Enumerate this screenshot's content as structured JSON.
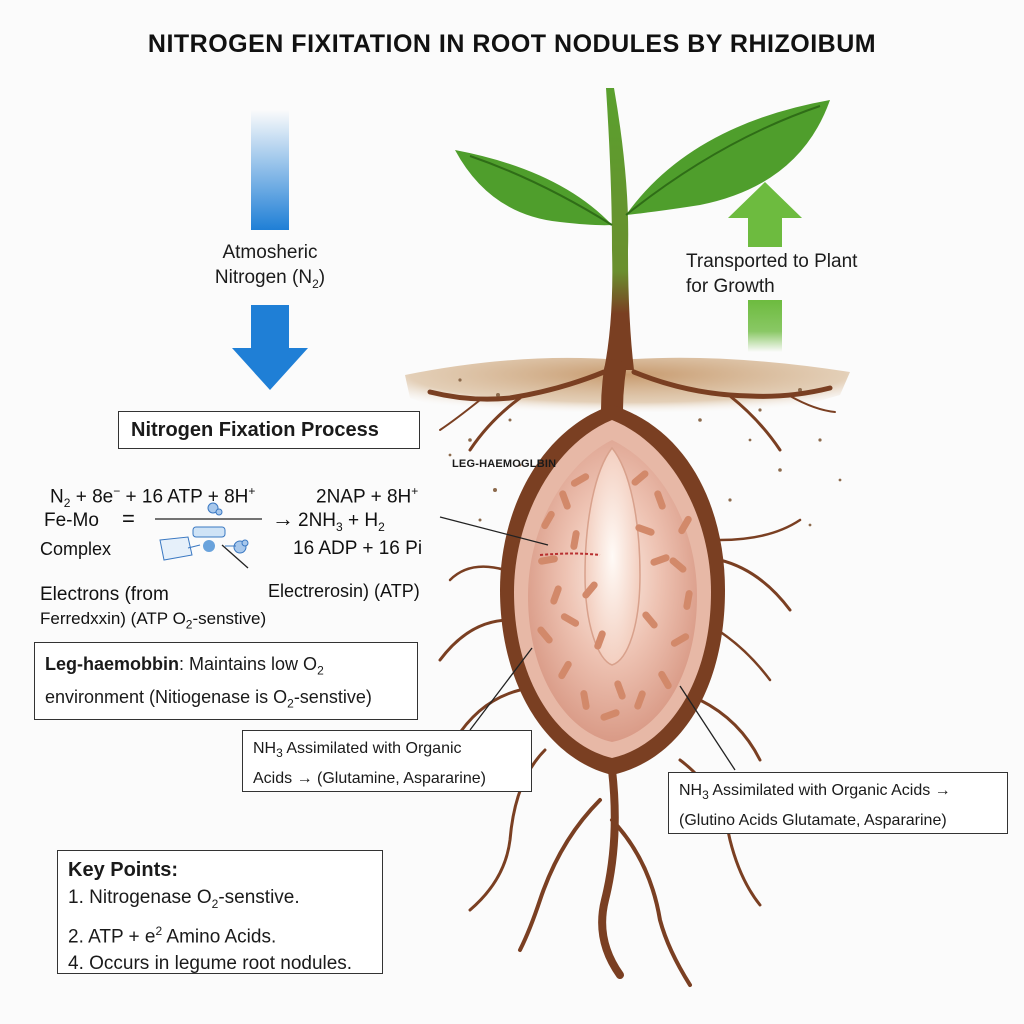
{
  "title": "NITROGEN FIXITATION IN ROOT NODULES BY RHIZOIBUM",
  "colors": {
    "atmo_arrow": "#1f7fd6",
    "transport_arrow": "#6dbb3f",
    "leaf": "#4f9e2c",
    "stem": "#5aa02e",
    "root": "#7a3f22",
    "soil": "#b88a60",
    "nodule_inner": "#e8b8a8",
    "bacteroid": "#d2896a"
  },
  "atmospheric": {
    "line1": "Atmosheric",
    "line2_prefix": "Nitrogen (N",
    "line2_sub": "2",
    "line2_suffix": ")"
  },
  "transport": {
    "line1": "Transported to Plant",
    "line2": "for Growth"
  },
  "process_box": {
    "label": "Nitrogen Fixation Process"
  },
  "leg_label": "LEG-HAEMOGLBIN",
  "equation": {
    "lhs": {
      "n": "N",
      "n_sub": "2",
      "rest": " + 8e",
      "e_sup": "−",
      "rest2": " + 16 ATP + 8H",
      "h_sup": "+"
    },
    "rhs1": "2NAP + 8H",
    "rhs1_sup": "+",
    "fe_mo": "Fe-Mo",
    "complex": "Complex",
    "eq_sign": "=",
    "arrow": "→",
    "rhs2_a": "2NH",
    "rhs2_sub": "3",
    "rhs2_b": " + H",
    "rhs2_sub2": "2",
    "rhs3": "16 ADP + 16 Pi"
  },
  "electrons": {
    "line1": "Electrons (from",
    "line2_a": "Ferredxxin) (ATP O",
    "line2_sub": "2",
    "line2_b": "-senstive)",
    "electrerosin": "Electrerosin) (ATP)"
  },
  "leg_box": {
    "bold": "Leg-haemobbin",
    "rest1_a": ": Maintains low O",
    "rest1_sub": "2",
    "line2_a": "environment (Nitiogenase is O",
    "line2_sub": "2",
    "line2_b": "-senstive)"
  },
  "assim_left": {
    "line1_a": "NH",
    "line1_sub": "3",
    "line1_b": " Assimilated with Organic",
    "line2": "Acids → (Glutamine, Aspararine)"
  },
  "assim_right": {
    "line1_a": "NH",
    "line1_sub": "3",
    "line1_b": " Assimilated with Organic Acids →",
    "line2": "(Glutino Acids Glutamate, Aspararine)"
  },
  "key_points": {
    "heading": "Key Points:",
    "items": [
      {
        "a": "1. Nitrogenase O",
        "sub": "2",
        "b": "-senstive."
      },
      {
        "a": "2. ATP + e",
        "sup": "2",
        "b": " Amino Acids."
      },
      {
        "a": "4. Occurs in legume root nodules."
      }
    ]
  }
}
